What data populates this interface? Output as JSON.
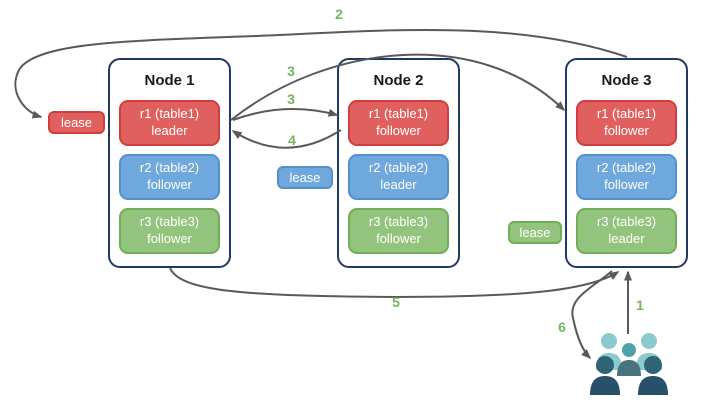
{
  "diagram": {
    "nodes": [
      {
        "title": "Node 1",
        "replicas": [
          {
            "name": "r1 (table1)",
            "role": "leader",
            "color": "#e06060"
          },
          {
            "name": "r2 (table2)",
            "role": "follower",
            "color": "#6fa8dc"
          },
          {
            "name": "r3 (table3)",
            "role": "follower",
            "color": "#93c47d"
          }
        ]
      },
      {
        "title": "Node 2",
        "replicas": [
          {
            "name": "r1 (table1)",
            "role": "follower",
            "color": "#e06060"
          },
          {
            "name": "r2 (table2)",
            "role": "leader",
            "color": "#6fa8dc"
          },
          {
            "name": "r3 (table3)",
            "role": "follower",
            "color": "#93c47d"
          }
        ]
      },
      {
        "title": "Node 3",
        "replicas": [
          {
            "name": "r1 (table1)",
            "role": "follower",
            "color": "#e06060"
          },
          {
            "name": "r2 (table2)",
            "role": "follower",
            "color": "#6fa8dc"
          },
          {
            "name": "r3 (table3)",
            "role": "leader",
            "color": "#93c47d"
          }
        ]
      }
    ],
    "leases": [
      {
        "label": "lease",
        "color": "#e06060"
      },
      {
        "label": "lease",
        "color": "#6fa8dc"
      },
      {
        "label": "lease",
        "color": "#93c47d"
      }
    ],
    "arrows": [
      {
        "label": "1",
        "from": "users",
        "to": "Node 3"
      },
      {
        "label": "2",
        "from": "Node 3",
        "to": "red lease"
      },
      {
        "label": "3",
        "from": "Node 1 r1 leader",
        "to": "Node 2 r1 follower"
      },
      {
        "label": "3",
        "from": "Node 1 r1 leader",
        "to": "Node 3 r1 follower"
      },
      {
        "label": "4",
        "from": "Node 2 r1 follower",
        "to": "Node 1 r1 leader"
      },
      {
        "label": "5",
        "from": "Node 1",
        "to": "Node 3"
      },
      {
        "label": "6",
        "from": "Node 3",
        "to": "users"
      }
    ],
    "icons": {
      "users": "users-group-icon"
    },
    "colors": {
      "node_border": "#1f3a60",
      "red": "#e06060",
      "red_border": "#d43d3d",
      "blue": "#6fa8dc",
      "blue_border": "#5590cb",
      "green": "#93c47d",
      "green_border": "#72ad57",
      "arrow": "#595959",
      "step_label": "#76b55b",
      "users_light": "#8ccbcd",
      "users_mid": "#4ea3a9",
      "users_dark": "#2c5a70",
      "users_slate": "#4a7380"
    }
  }
}
